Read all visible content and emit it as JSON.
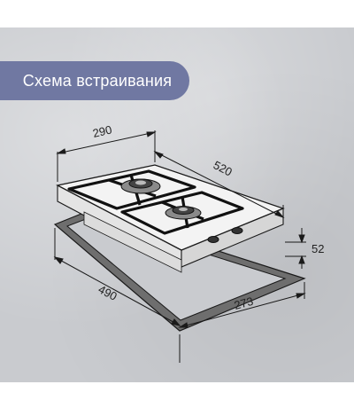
{
  "header": {
    "title": "Схема встраивания",
    "pill_color": "#7078a2"
  },
  "dimensions": {
    "top_width": "290",
    "top_depth": "520",
    "height": "52",
    "cutout_width": "490",
    "cutout_depth": "273"
  },
  "colors": {
    "background": "#c9cbcf",
    "cutout_frame": "#6f6f6f",
    "panel": "#f2f2f2",
    "lines": "#1a1a1a"
  }
}
